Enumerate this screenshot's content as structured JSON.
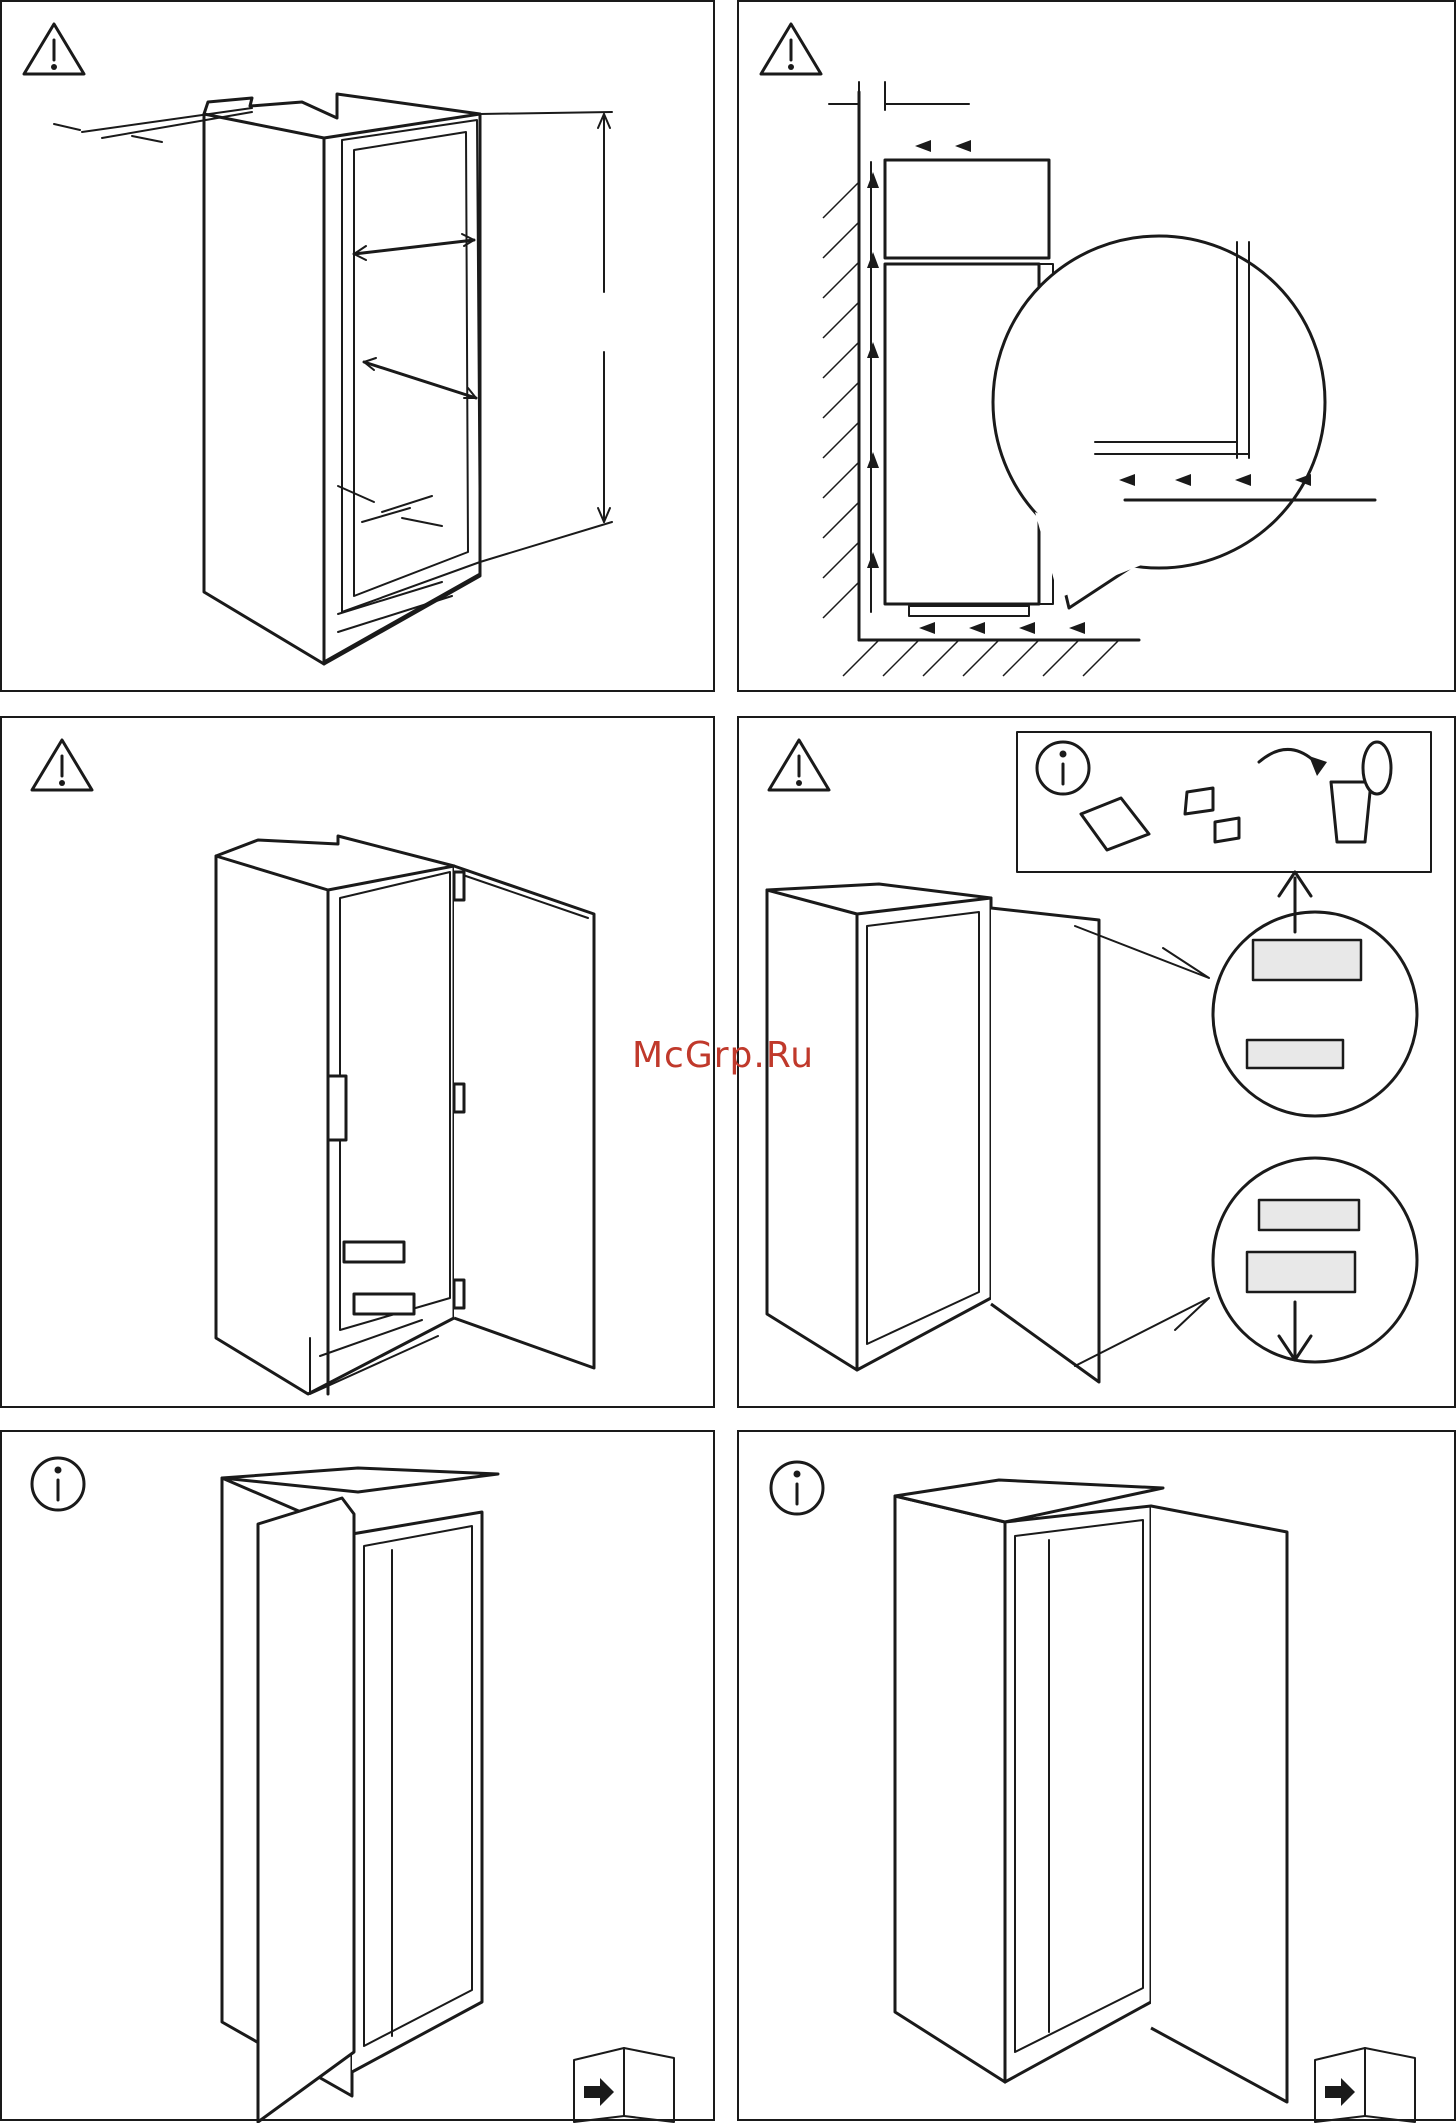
{
  "watermark": {
    "text": "McGrp.Ru",
    "color": "#c0392b"
  },
  "panels": [
    {
      "id": 1,
      "icon": "warning-icon"
    },
    {
      "id": 2,
      "icon": "warning-icon"
    },
    {
      "id": 3,
      "icon": "warning-icon"
    },
    {
      "id": 4,
      "icon": "warning-icon",
      "info_icon": "info-icon"
    },
    {
      "id": 5,
      "icon": "info-icon",
      "footer_icon": "book-arrow-icon"
    },
    {
      "id": 6,
      "icon": "info-icon",
      "footer_icon": "book-arrow-icon"
    }
  ]
}
